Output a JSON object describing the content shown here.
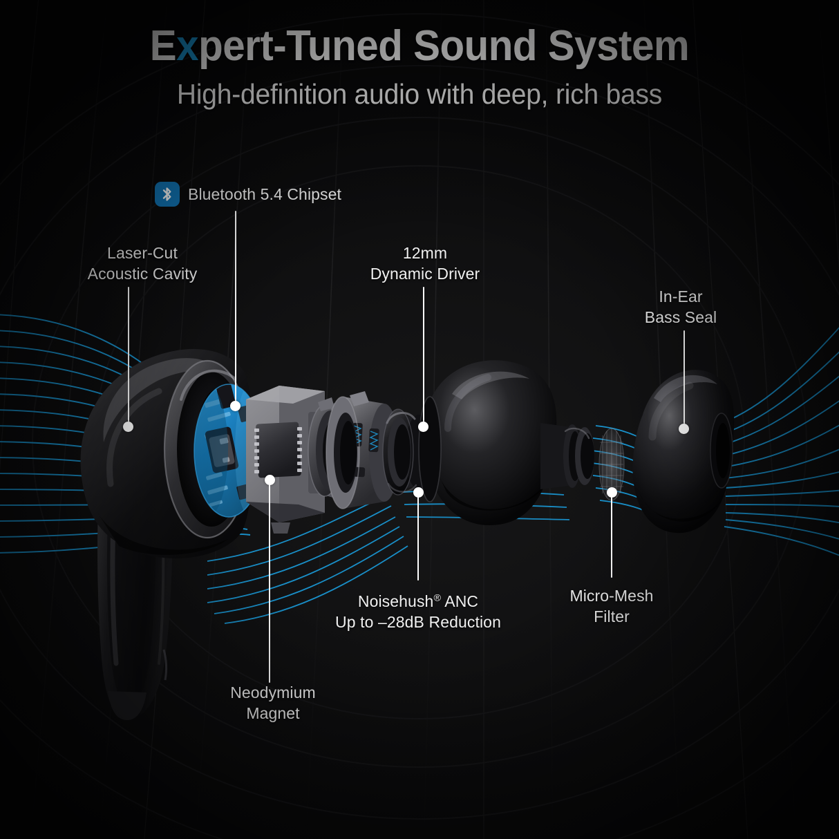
{
  "page": {
    "background_color": "#0c0c0d",
    "accent_color": "#1a9ad8",
    "text_color": "#f0f0f0"
  },
  "header": {
    "title_part1": "E",
    "title_accent": "x",
    "title_part2": "pert-Tuned Sound System",
    "title_full": "Expert-Tuned Sound System",
    "subtitle": "High-definition audio with deep, rich bass"
  },
  "bluetooth_badge": {
    "icon": "bluetooth-icon",
    "label": "Bluetooth 5.4 Chipset",
    "icon_color": "#1277b8"
  },
  "callouts": [
    {
      "id": "laser-cut-acoustic-cavity",
      "line1": "Laser-Cut",
      "line2": "Acoustic Cavity"
    },
    {
      "id": "dynamic-driver",
      "line1": "12mm",
      "line2": "Dynamic Driver"
    },
    {
      "id": "in-ear-bass-seal",
      "line1": "In-Ear",
      "line2": "Bass Seal"
    },
    {
      "id": "noisehush-anc",
      "line1": "Noisehush",
      "line1_sup": "®",
      "line1_tail": " ANC",
      "line2": "Up to –28dB Reduction"
    },
    {
      "id": "micro-mesh-filter",
      "line1": "Micro-Mesh",
      "line2": "Filter"
    },
    {
      "id": "neodymium-magnet",
      "line1": "Neodymium",
      "line2": "Magnet"
    }
  ],
  "product": {
    "name": "exploded-earbud-diagram",
    "components": [
      "earbud-shell-body",
      "blue-pcb-board",
      "magnet-module",
      "driver-housing-ring",
      "acoustic-chamber",
      "dynamic-driver-cone",
      "nozzle-body",
      "micro-mesh-filter-disc",
      "silicone-eartip"
    ]
  }
}
